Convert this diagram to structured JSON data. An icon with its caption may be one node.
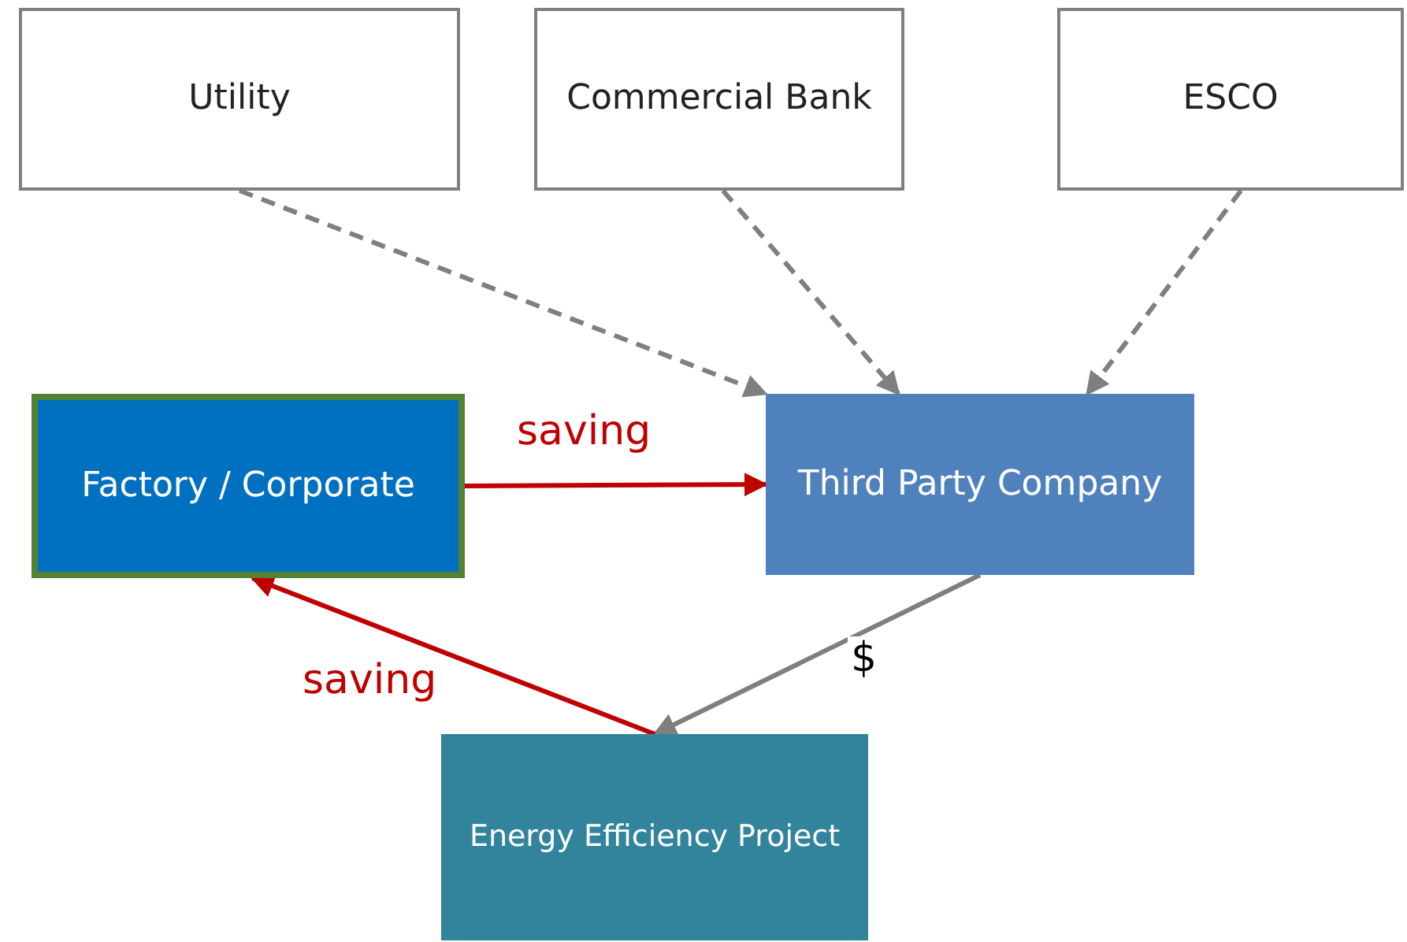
{
  "diagram": {
    "nodes": [
      {
        "text": [
          "Utility"
        ]
      },
      {
        "text": [
          "Commercial Bank"
        ]
      },
      {
        "text": [
          "ESCO"
        ]
      },
      {
        "text": [
          "Factory / Corporate"
        ]
      },
      {
        "text": [
          "Third Party Company"
        ]
      },
      {
        "text": [
          "Energy Efficiency Project"
        ]
      }
    ],
    "edges": [
      {
        "from": 0,
        "to": 4,
        "arrow": "to",
        "style": "dashed"
      },
      {
        "from": 1,
        "to": 4,
        "arrow": "to",
        "style": "dashed"
      },
      {
        "from": 2,
        "to": 4,
        "arrow": "to",
        "style": "dashed"
      },
      {
        "from": 3,
        "to": 4,
        "arrow": "to",
        "label": "saving",
        "color": "#c00000"
      },
      {
        "from": 4,
        "to": 5,
        "arrow": "to",
        "label": "$"
      },
      {
        "from": 5,
        "to": 3,
        "arrow": "to",
        "label": "saving",
        "color": "#c00000"
      }
    ]
  }
}
